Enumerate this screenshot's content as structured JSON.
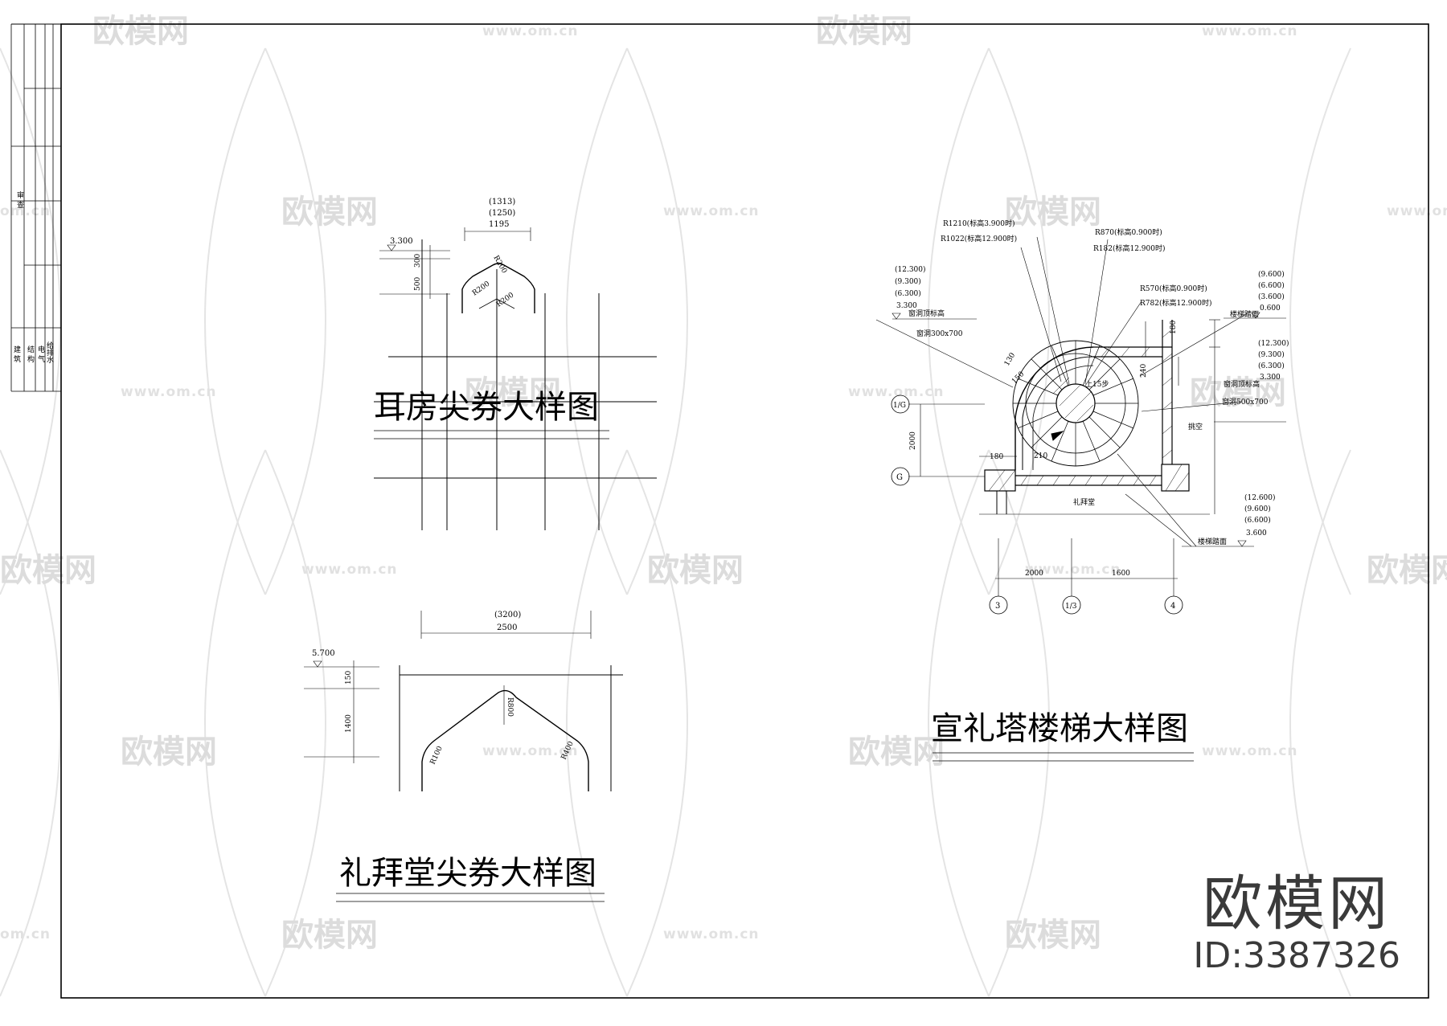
{
  "watermark": {
    "brand": "欧模网",
    "url": "www.om.cn",
    "url_cropped": "om.cn",
    "brand_cropped": "欧模网"
  },
  "brand_logo": {
    "name": "欧模网",
    "id": "ID:3387326"
  },
  "title_block": {
    "labels": [
      "审 查",
      "建 筑",
      "结 构",
      "电 气",
      "给排水"
    ]
  },
  "drawing_1": {
    "title": "耳房尖券大样图",
    "level": "3.300",
    "dims_top": [
      "(1313)",
      "(1250)",
      "1195"
    ],
    "dims_side": [
      "300",
      "500"
    ],
    "radii": [
      "R200",
      "R200",
      "R200"
    ]
  },
  "drawing_2": {
    "title": "礼拜堂尖券大样图",
    "level": "5.700",
    "dims_top": [
      "(3200)",
      "2500"
    ],
    "dims_side": [
      "150",
      "1400"
    ],
    "radii": [
      "R100",
      "R800",
      "R400"
    ]
  },
  "drawing_3": {
    "title": "宣礼塔楼梯大样图",
    "notes_radius": [
      "R1210(标高3.900时)",
      "R1022(标高12.900时)",
      "R870(标高0.900时)",
      "R182(标高12.900时)",
      "R570(标高0.900时)",
      "R782(标高12.900时)"
    ],
    "levels_left": [
      "(12.300)",
      "(9.300)",
      "(6.300)",
      "3.300"
    ],
    "label_left": "窗洞顶标高",
    "label_left_2": "窗洞300x700",
    "levels_right_top": [
      "(9.600)",
      "(6.600)",
      "(3.600)",
      "0.600"
    ],
    "label_right_top": "楼梯踏面",
    "levels_right_mid": [
      "(12.300)",
      "(9.300)",
      "(6.300)",
      "3.300"
    ],
    "label_right_mid": "窗洞顶标高",
    "label_right_mid_2": "窗洞500x700",
    "levels_right_bottom": [
      "(12.600)",
      "(9.600)",
      "(6.600)",
      "3.600"
    ],
    "label_right_bottom": "楼梯踏面",
    "labels": [
      "上15步",
      "礼拜堂",
      "挑空"
    ],
    "dims": [
      "180",
      "240",
      "180",
      "2000",
      "130",
      "150",
      "210",
      "2000",
      "1600"
    ],
    "axis_labels": [
      "1/G",
      "G",
      "3",
      "1/3",
      "4"
    ]
  }
}
